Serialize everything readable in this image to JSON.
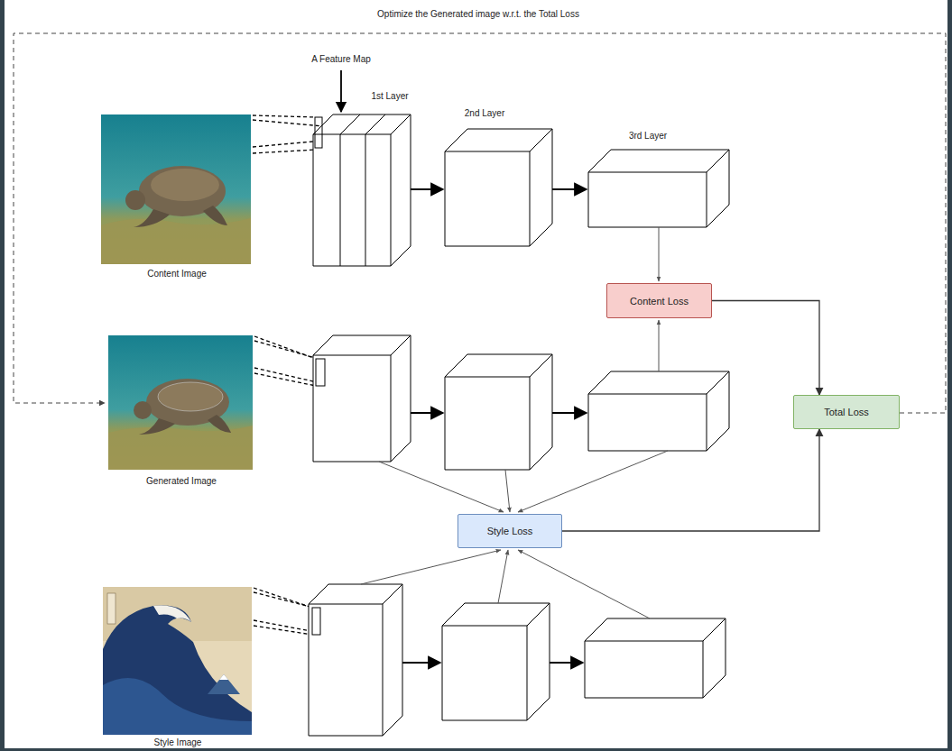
{
  "diagram": {
    "nodes": [
      {
        "text": [
          "Content Loss"
        ]
      },
      {
        "text": [
          "Total Loss"
        ]
      },
      {
        "text": [
          "Style Loss"
        ]
      }
    ],
    "edges": [
      {
        "from": 0,
        "to": 1,
        "arrow": "to"
      },
      {
        "from": 2,
        "to": 1,
        "arrow": "to"
      }
    ],
    "labels": [
      "Optimize the Generated image w.r.t. the Total Loss",
      "A Feature Map",
      "1st Layer",
      "2nd Layer",
      "3rd Layer",
      "Content Image",
      "Generated Image",
      "Style Image"
    ]
  }
}
